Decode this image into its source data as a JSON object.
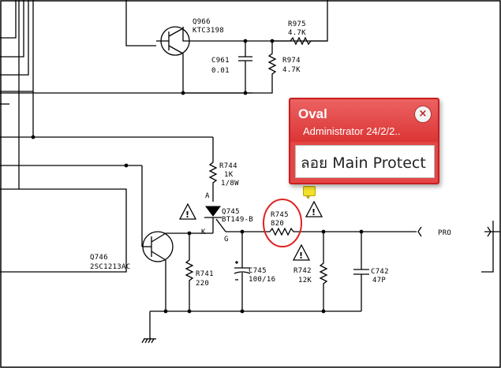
{
  "labels": {
    "q966_name": "Q966",
    "q966_part": "KTC3198",
    "r975_name": "R975",
    "r975_val": "4.7K",
    "c961_name": "C961",
    "c961_val": "0.01",
    "r974_name": "R974",
    "r974_val": "4.7K",
    "r744_name": "R744",
    "r744_val": "1K",
    "r744_watt": "1/8W",
    "pin_a": "A",
    "pin_k": "K",
    "pin_g": "G",
    "q745_name": "Q745",
    "q745_part": "BT149-B",
    "r745_name": "R745",
    "r745_val": "820",
    "q746_name": "Q746",
    "q746_part": "2SC1213AC",
    "r741_name": "R741",
    "r741_val": "220",
    "c745_name": "C745",
    "c745_val": "100/16",
    "r742_name": "R742",
    "r742_val": "12K",
    "c742_name": "C742",
    "c742_val": "47P",
    "pro": "PRO",
    "warning_mark": "!"
  },
  "comment": {
    "title": "Oval",
    "meta": "Administrator 24/2/2..",
    "close_symbol": "×",
    "text": "ลอย Main Protect"
  },
  "colors": {
    "popup": "#e44646",
    "highlight_oval": "#e02020",
    "note_icon": "#f2e02a"
  }
}
